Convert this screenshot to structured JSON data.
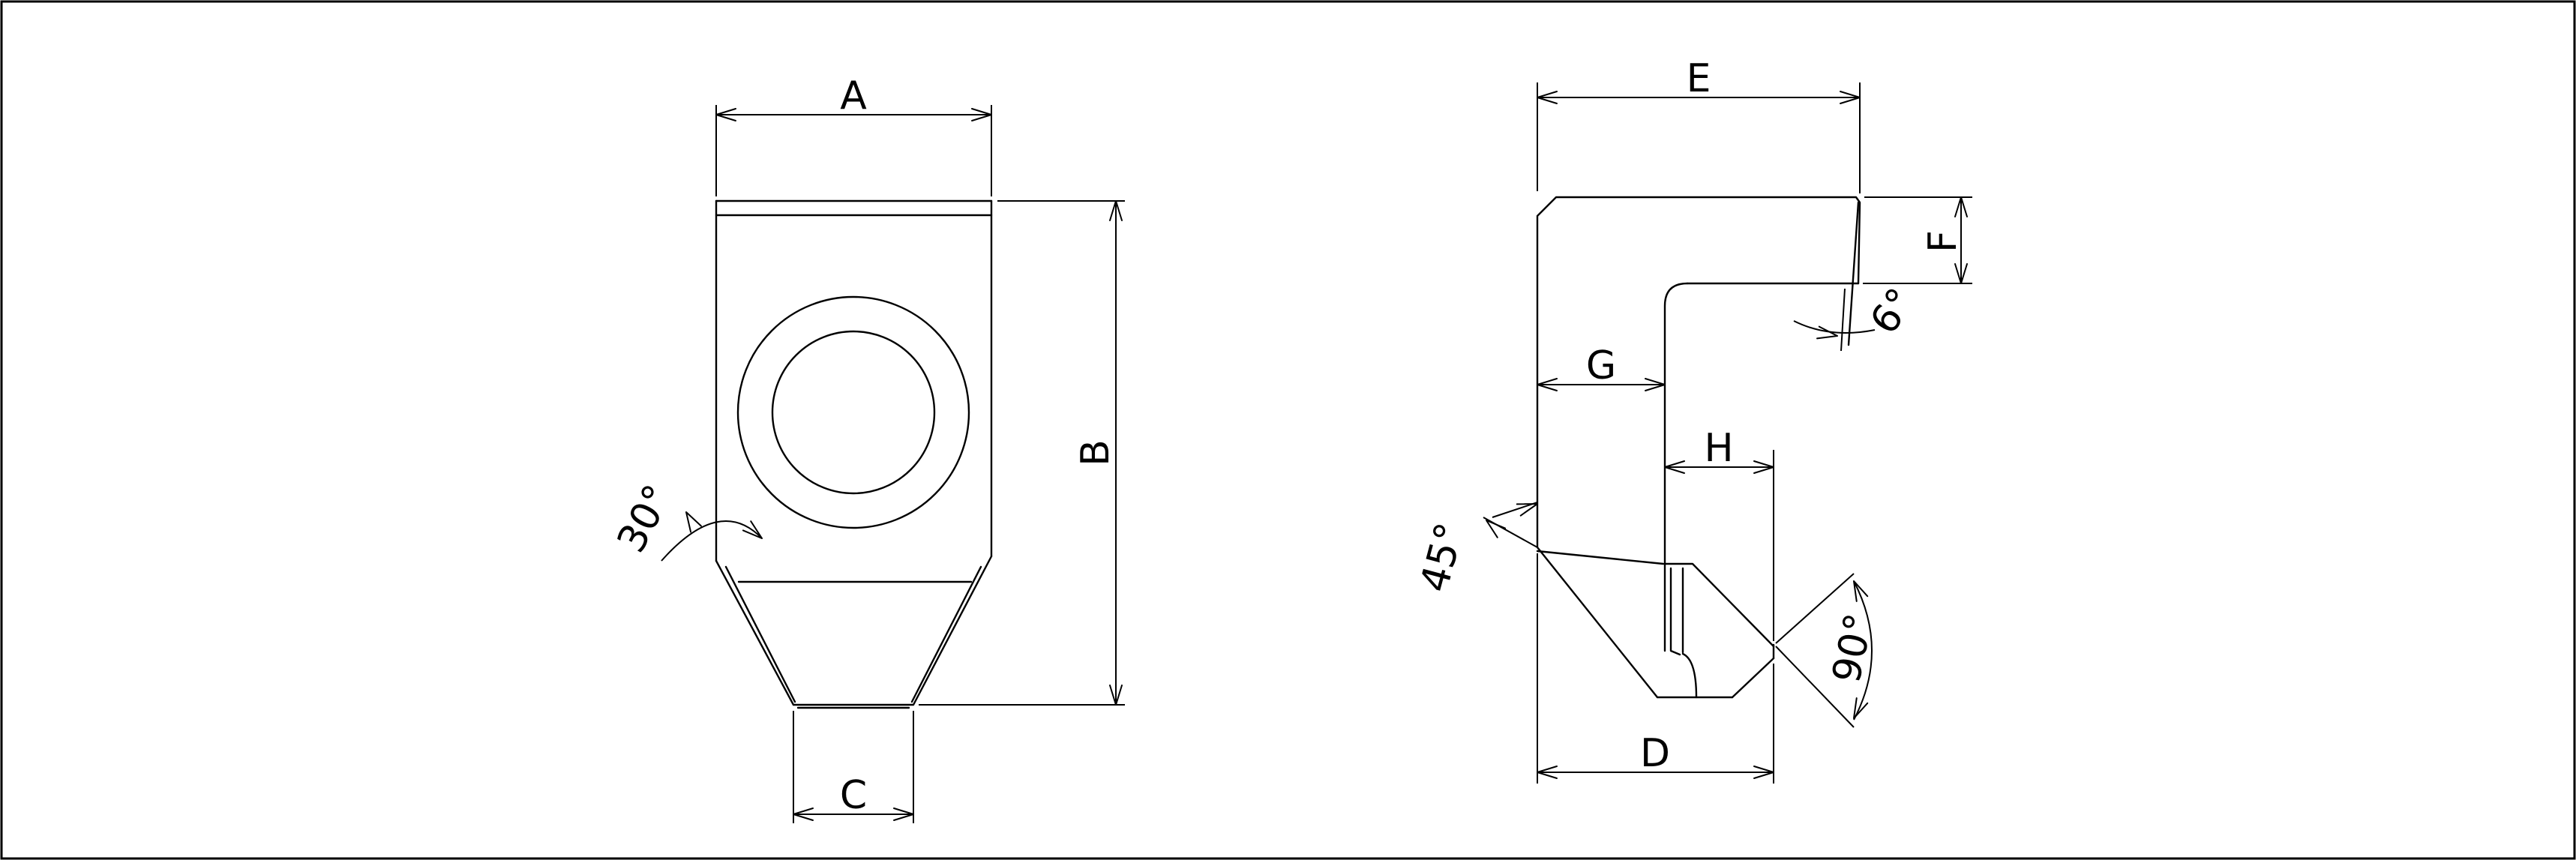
{
  "labels": {
    "A": "A",
    "B": "B",
    "C": "C",
    "D": "D",
    "E": "E",
    "F": "F",
    "G": "G",
    "H": "H",
    "angle_30": "30°",
    "angle_45": "45°",
    "angle_6": "6°",
    "angle_90": "90°"
  },
  "colors": {
    "line": "#000000",
    "background": "#ffffff"
  }
}
